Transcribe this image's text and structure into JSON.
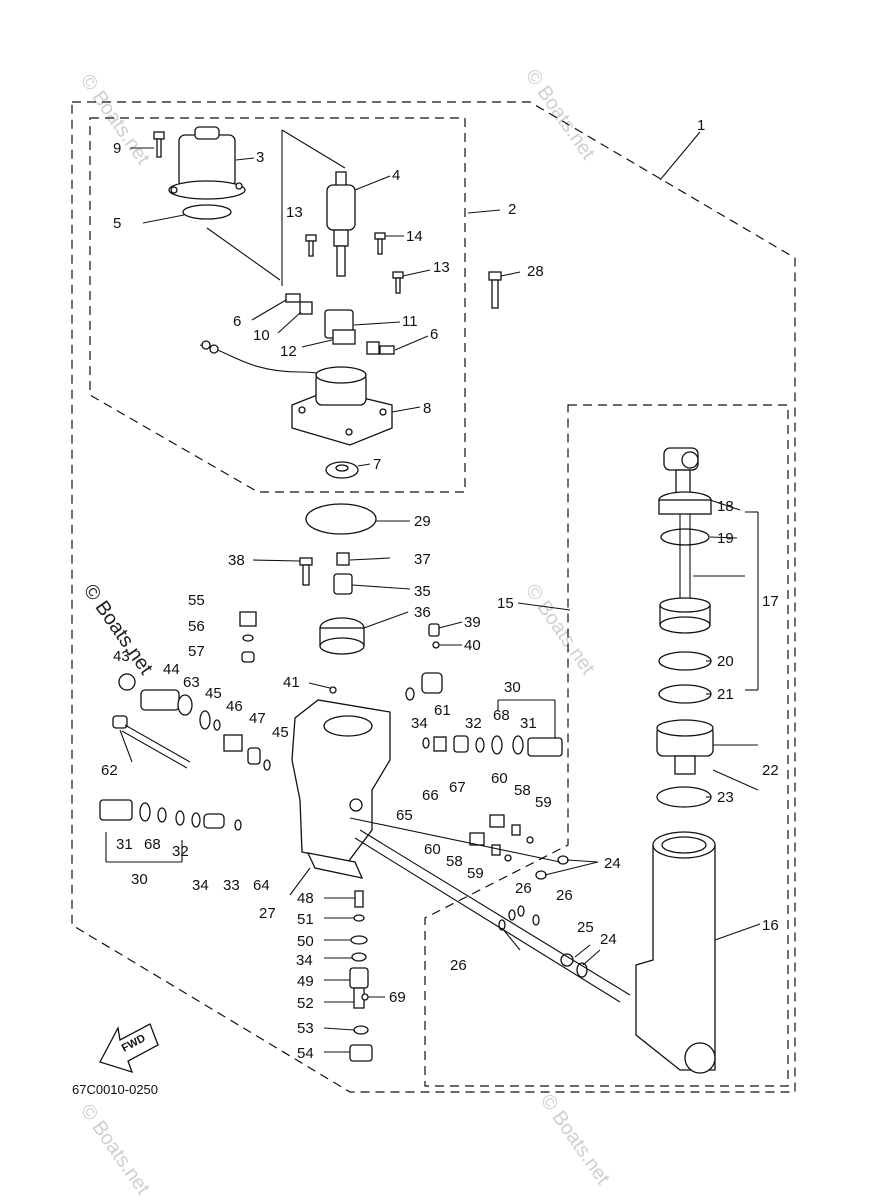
{
  "diagram_code": "67C0010-0250",
  "fwd_label": "FWD",
  "watermark": "© Boats.net",
  "labels": [
    "1",
    "2",
    "3",
    "4",
    "5",
    "6",
    "6",
    "7",
    "8",
    "9",
    "10",
    "11",
    "12",
    "13",
    "13",
    "14",
    "15",
    "16",
    "17",
    "18",
    "19",
    "20",
    "21",
    "22",
    "23",
    "24",
    "24",
    "25",
    "26",
    "26",
    "26",
    "27",
    "28",
    "29",
    "30",
    "30",
    "31",
    "31",
    "32",
    "32",
    "33",
    "34",
    "34",
    "34",
    "35",
    "36",
    "37",
    "38",
    "39",
    "40",
    "41",
    "43",
    "44",
    "45",
    "45",
    "46",
    "47",
    "48",
    "49",
    "50",
    "51",
    "52",
    "53",
    "54",
    "55",
    "56",
    "57",
    "58",
    "58",
    "59",
    "59",
    "60",
    "60",
    "61",
    "62",
    "63",
    "64",
    "65",
    "66",
    "67",
    "68",
    "68",
    "69"
  ]
}
